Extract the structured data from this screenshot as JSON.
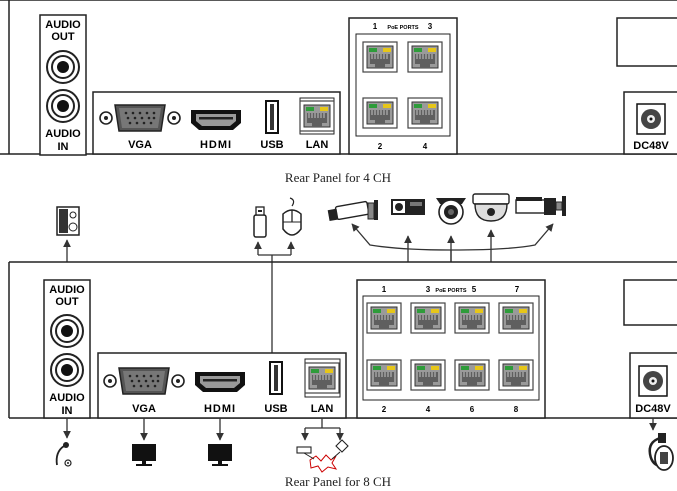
{
  "panel4": {
    "audio_out": [
      "AUDIO",
      "OUT"
    ],
    "audio_in": [
      "AUDIO",
      "IN"
    ],
    "vga": "VGA",
    "hdmi": "HDMI",
    "usb": "USB",
    "lan": "LAN",
    "poe_top_left": "1",
    "poe_title": "PoE PORTS",
    "poe_top_right": "3",
    "poe_bottom": [
      "2",
      "4"
    ],
    "dc": "DC48V",
    "caption": "Rear Panel for 4 CH"
  },
  "panel8": {
    "audio_out": [
      "AUDIO",
      "OUT"
    ],
    "audio_in": [
      "AUDIO",
      "IN"
    ],
    "vga": "VGA",
    "hdmi": "HDMI",
    "usb": "USB",
    "lan": "LAN",
    "poe_top": [
      "1",
      "3",
      "5",
      "7"
    ],
    "poe_title": "PoE PORTS",
    "poe_bottom": [
      "2",
      "4",
      "6",
      "8"
    ],
    "dc": "DC48V",
    "caption": "Rear Panel for 8 CH"
  },
  "icons": [
    "speaker-icon",
    "usb-stick-icon",
    "mouse-icon",
    "bullet-camera-icon",
    "box-camera-icon",
    "eyeball-camera-icon",
    "dome-camera-icon",
    "microphone-icon",
    "monitor-icon",
    "network-router-icon",
    "power-adapter-icon"
  ]
}
